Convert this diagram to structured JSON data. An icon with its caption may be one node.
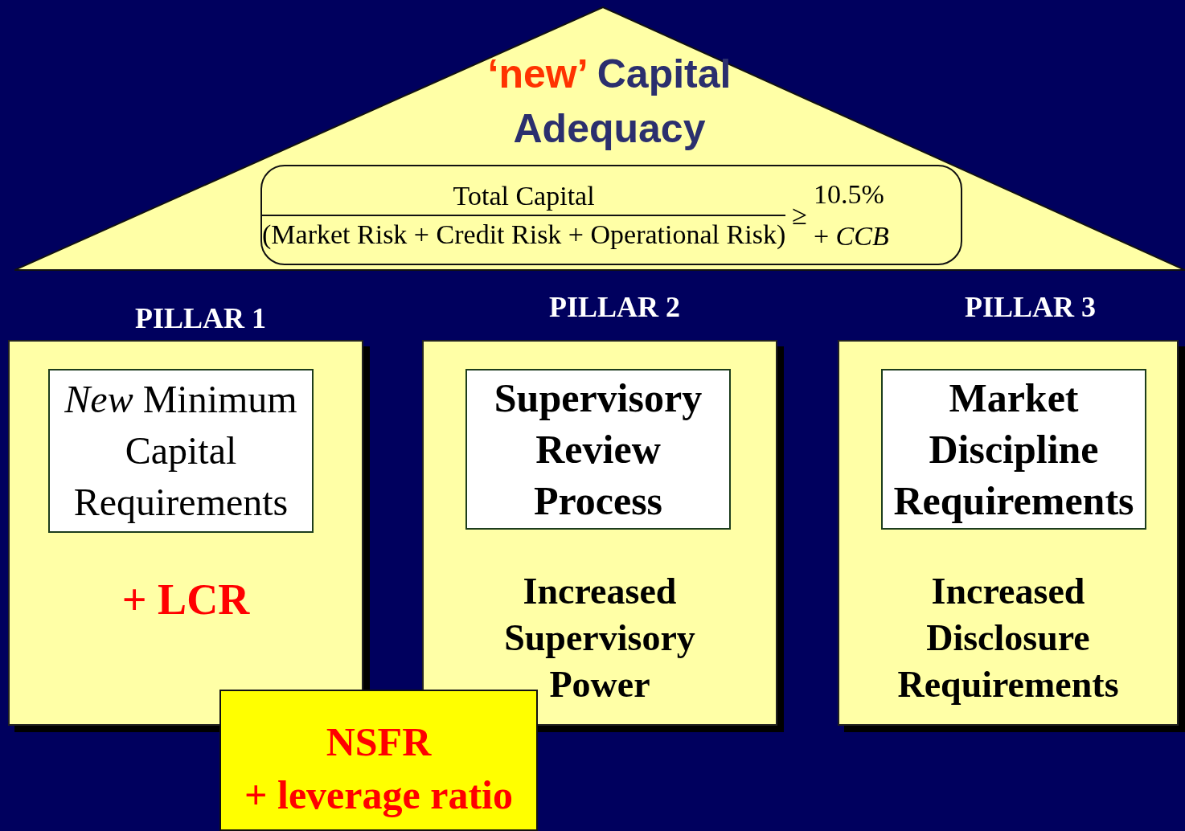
{
  "diagram": {
    "nodes": [
      {
        "text": [
          "‘new’",
          "Capital Adequacy"
        ]
      },
      {
        "text": [
          "Total Capital",
          "(Market Risk + Credit Risk + Operational Risk)",
          "≥",
          "10.5%",
          "+ *CCB*"
        ],
        "in": 0
      },
      {
        "text": [
          "PILLAR 1",
          "+ LCR"
        ]
      },
      {
        "text": [
          "*New* Minimum Capital Requirements"
        ],
        "in": 2
      },
      {
        "text": [
          "PILLAR 2",
          "Increased Supervisory Power"
        ]
      },
      {
        "text": [
          "Supervisory Review Process"
        ],
        "in": 4
      },
      {
        "text": [
          "PILLAR 3",
          "Increased Disclosure Requirements"
        ]
      },
      {
        "text": [
          "Market Discipline Requirements"
        ],
        "in": 6
      },
      {
        "text": [
          "NSFR",
          "+ leverage ratio"
        ]
      }
    ]
  }
}
